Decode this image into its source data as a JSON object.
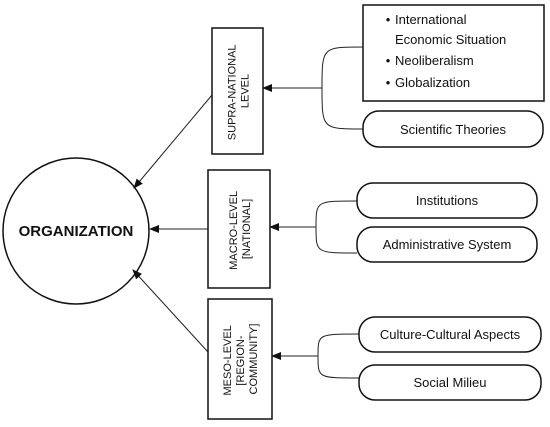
{
  "center": {
    "label": "ORGANIZATION"
  },
  "levels": [
    {
      "lines": [
        "SUPRA-NATIONAL",
        "LEVEL"
      ],
      "factor_groups": [
        {
          "type": "list",
          "bullet": "•",
          "items": [
            [
              "International",
              "Economic Situation"
            ],
            [
              "Neoliberalism"
            ],
            [
              "Globalization"
            ]
          ]
        },
        {
          "type": "pill",
          "label": "Scientific Theories"
        }
      ]
    },
    {
      "lines": [
        "MACRO-LEVEL",
        "[NATIONAL]"
      ],
      "factor_groups": [
        {
          "type": "pill",
          "label": "Institutions"
        },
        {
          "type": "pill",
          "label": "Administrative System"
        }
      ]
    },
    {
      "lines": [
        "MESO-LEVEL",
        "[REGION-",
        "COMMUNITY]"
      ],
      "factor_groups": [
        {
          "type": "pill",
          "label": "Culture-Cultural Aspects"
        },
        {
          "type": "pill",
          "label": "Social Milieu"
        }
      ]
    }
  ]
}
